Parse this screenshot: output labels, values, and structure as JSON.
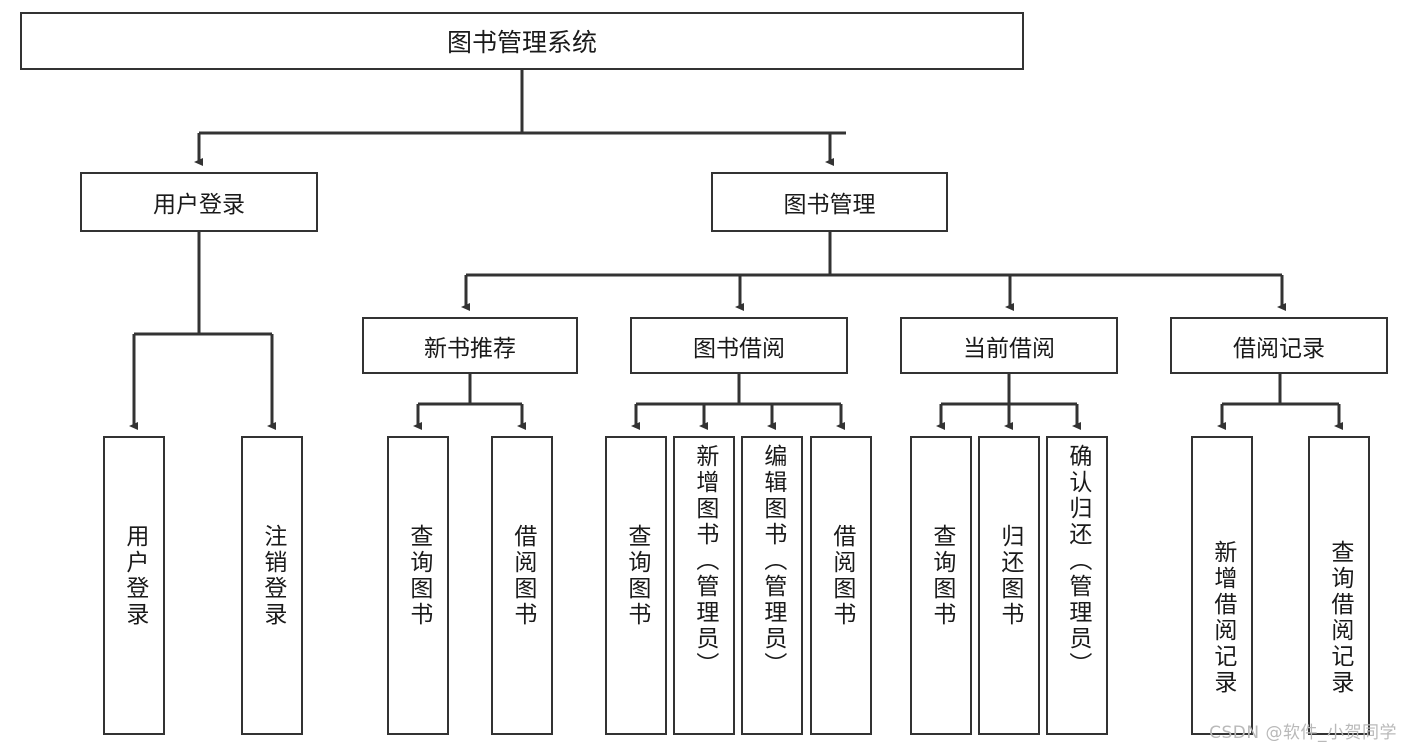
{
  "diagram": {
    "type": "tree",
    "title": "图书管理系统",
    "root": {
      "label": "图书管理系统"
    },
    "level2": [
      {
        "label": "用户登录"
      },
      {
        "label": "图书管理"
      }
    ],
    "level3": [
      {
        "label": "新书推荐"
      },
      {
        "label": "图书借阅"
      },
      {
        "label": "当前借阅"
      },
      {
        "label": "借阅记录"
      }
    ],
    "leaves": {
      "user_login": [
        {
          "label": "用户登录"
        },
        {
          "label": "注销登录"
        }
      ],
      "new_book_recommend": [
        {
          "label": "查询图书"
        },
        {
          "label": "借阅图书"
        }
      ],
      "book_borrow": [
        {
          "label": "查询图书"
        },
        {
          "label": "新增图书（管理员）"
        },
        {
          "label": "编辑图书（管理员）"
        },
        {
          "label": "借阅图书"
        }
      ],
      "current_borrow": [
        {
          "label": "查询图书"
        },
        {
          "label": "归还图书"
        },
        {
          "label": "确认归还（管理员）"
        }
      ],
      "borrow_record": [
        {
          "label": "新增借阅记录"
        },
        {
          "label": "查询借阅记录"
        }
      ]
    }
  },
  "watermark": {
    "text": "CSDN @软件_小贺同学"
  },
  "colors": {
    "border": "#333333",
    "background": "#ffffff",
    "text": "#1a1a1a",
    "watermark": "#b9b9b9"
  }
}
